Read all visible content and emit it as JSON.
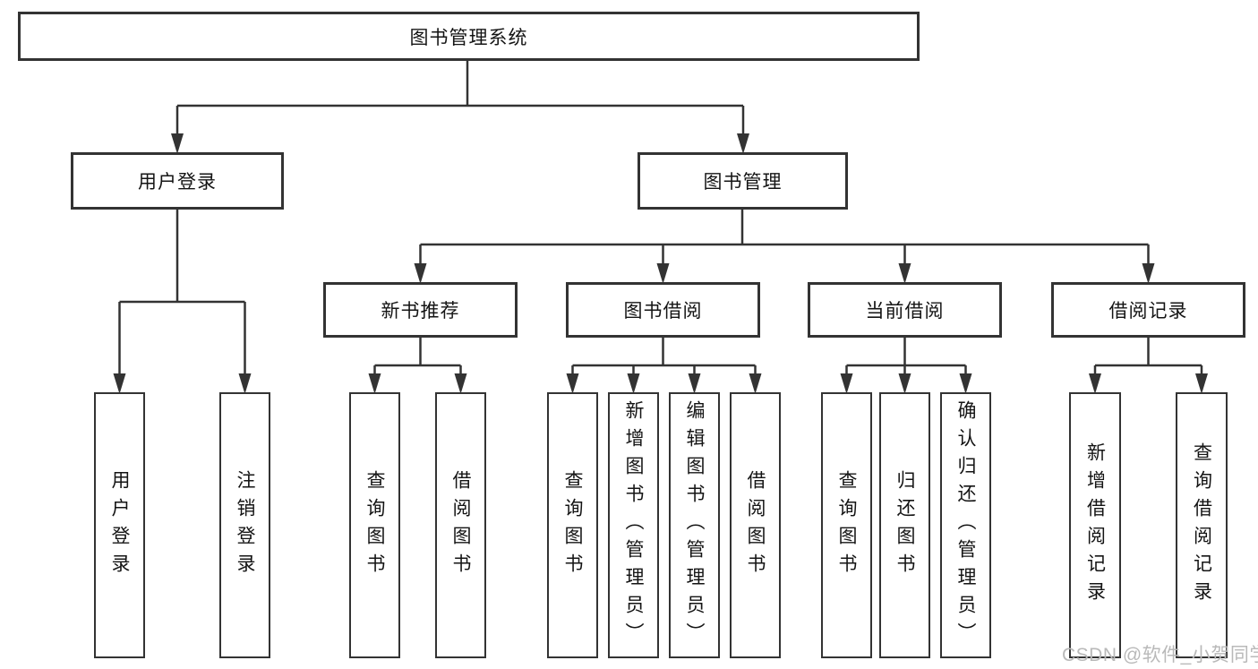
{
  "diagram": {
    "root": {
      "label": "图书管理系统"
    },
    "level2": [
      {
        "label": "用户登录"
      },
      {
        "label": "图书管理"
      }
    ],
    "level3": [
      {
        "label": "新书推荐"
      },
      {
        "label": "图书借阅"
      },
      {
        "label": "当前借阅"
      },
      {
        "label": "借阅记录"
      }
    ],
    "leaves": [
      {
        "label": "用户登录",
        "parent": "用户登录"
      },
      {
        "label": "注销登录",
        "parent": "用户登录"
      },
      {
        "label": "查询图书",
        "parent": "新书推荐"
      },
      {
        "label": "借阅图书",
        "parent": "新书推荐"
      },
      {
        "label": "查询图书",
        "parent": "图书借阅"
      },
      {
        "label": "新增图书（管理员）",
        "parent": "图书借阅"
      },
      {
        "label": "编辑图书（管理员）",
        "parent": "图书借阅"
      },
      {
        "label": "借阅图书",
        "parent": "图书借阅"
      },
      {
        "label": "查询图书",
        "parent": "当前借阅"
      },
      {
        "label": "归还图书",
        "parent": "当前借阅"
      },
      {
        "label": "确认归还（管理员）",
        "parent": "当前借阅"
      },
      {
        "label": "新增借阅记录",
        "parent": "借阅记录"
      },
      {
        "label": "查询借阅记录",
        "parent": "借阅记录"
      }
    ]
  },
  "watermark": "CSDN @软件_小贺同学",
  "colors": {
    "line": "#333333",
    "text": "#141414",
    "watermark": "#b9b9b9",
    "background": "#ffffff"
  }
}
